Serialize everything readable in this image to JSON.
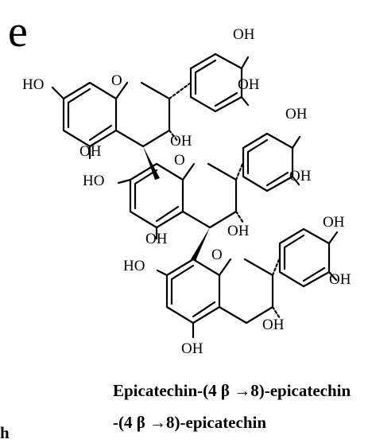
{
  "figure": {
    "panel_label": "e",
    "caption_line1": "Epicatechin-(4 β →8)-epicatechin",
    "caption_line2": "-(4 β →8)-epicatechin",
    "edge_fragment": "h"
  },
  "atoms": {
    "oh": "OH",
    "ho": "HO",
    "o": "O"
  }
}
